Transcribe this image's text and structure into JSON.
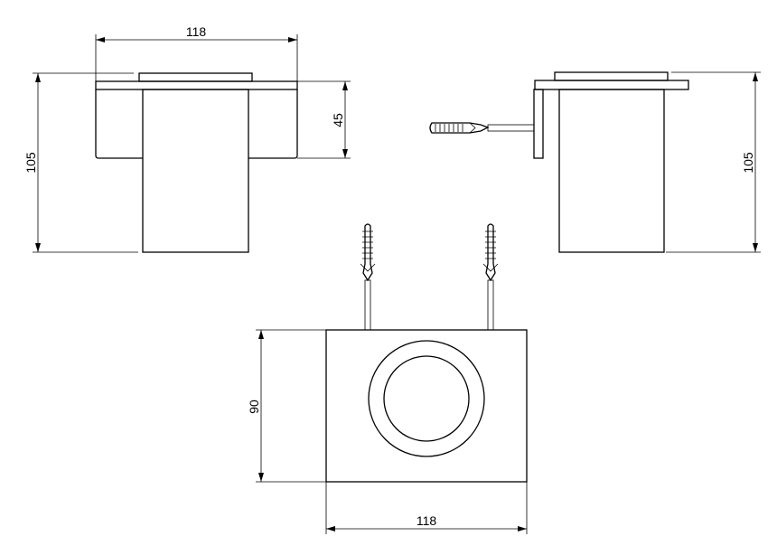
{
  "drawing": {
    "front_view": {
      "width_label": "118",
      "height_label": "105",
      "plate_height_label": "45"
    },
    "side_view": {
      "height_label": "105"
    },
    "top_view": {
      "depth_label": "90",
      "width_label": "118"
    }
  },
  "colors": {
    "line": "#000000",
    "background": "#ffffff"
  }
}
